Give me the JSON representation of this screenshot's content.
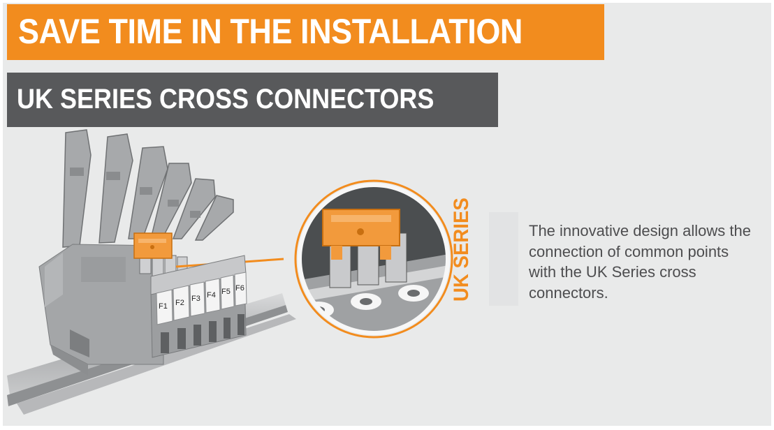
{
  "header": {
    "title": "SAVE TIME IN THE INSTALLATION",
    "subtitle": "UK SERIES CROSS CONNECTORS"
  },
  "figure": {
    "terminal_labels": [
      "F1",
      "F2",
      "F3",
      "F4",
      "F5",
      "F6"
    ],
    "vertical_label": "UK SERIES"
  },
  "description": {
    "text": "The innovative design allows the connection of common points with the UK Series cross connectors."
  },
  "colors": {
    "brand_orange": "#f28c1e",
    "banner_gray": "#58595b",
    "background": "#e9eaea",
    "terminal_gray": "#a3a5a7",
    "text_gray": "#4d4d4f"
  }
}
